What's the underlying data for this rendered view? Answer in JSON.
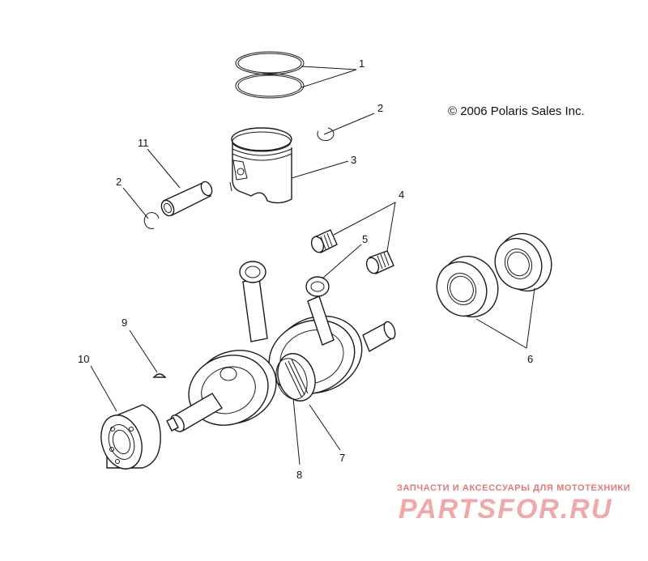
{
  "copyright": "© 2006 Polaris Sales Inc.",
  "callouts": {
    "c1": "1",
    "c2a": "2",
    "c2b": "2",
    "c3": "3",
    "c4": "4",
    "c5": "5",
    "c6": "6",
    "c7": "7",
    "c8": "8",
    "c9": "9",
    "c10": "10",
    "c11": "11"
  },
  "watermark": {
    "tagline": "ЗАПЧАСТИ И АКСЕССУАРЫ ДЛЯ МОТОТЕХНИКИ",
    "logo": "PARTSFOR.RU"
  }
}
